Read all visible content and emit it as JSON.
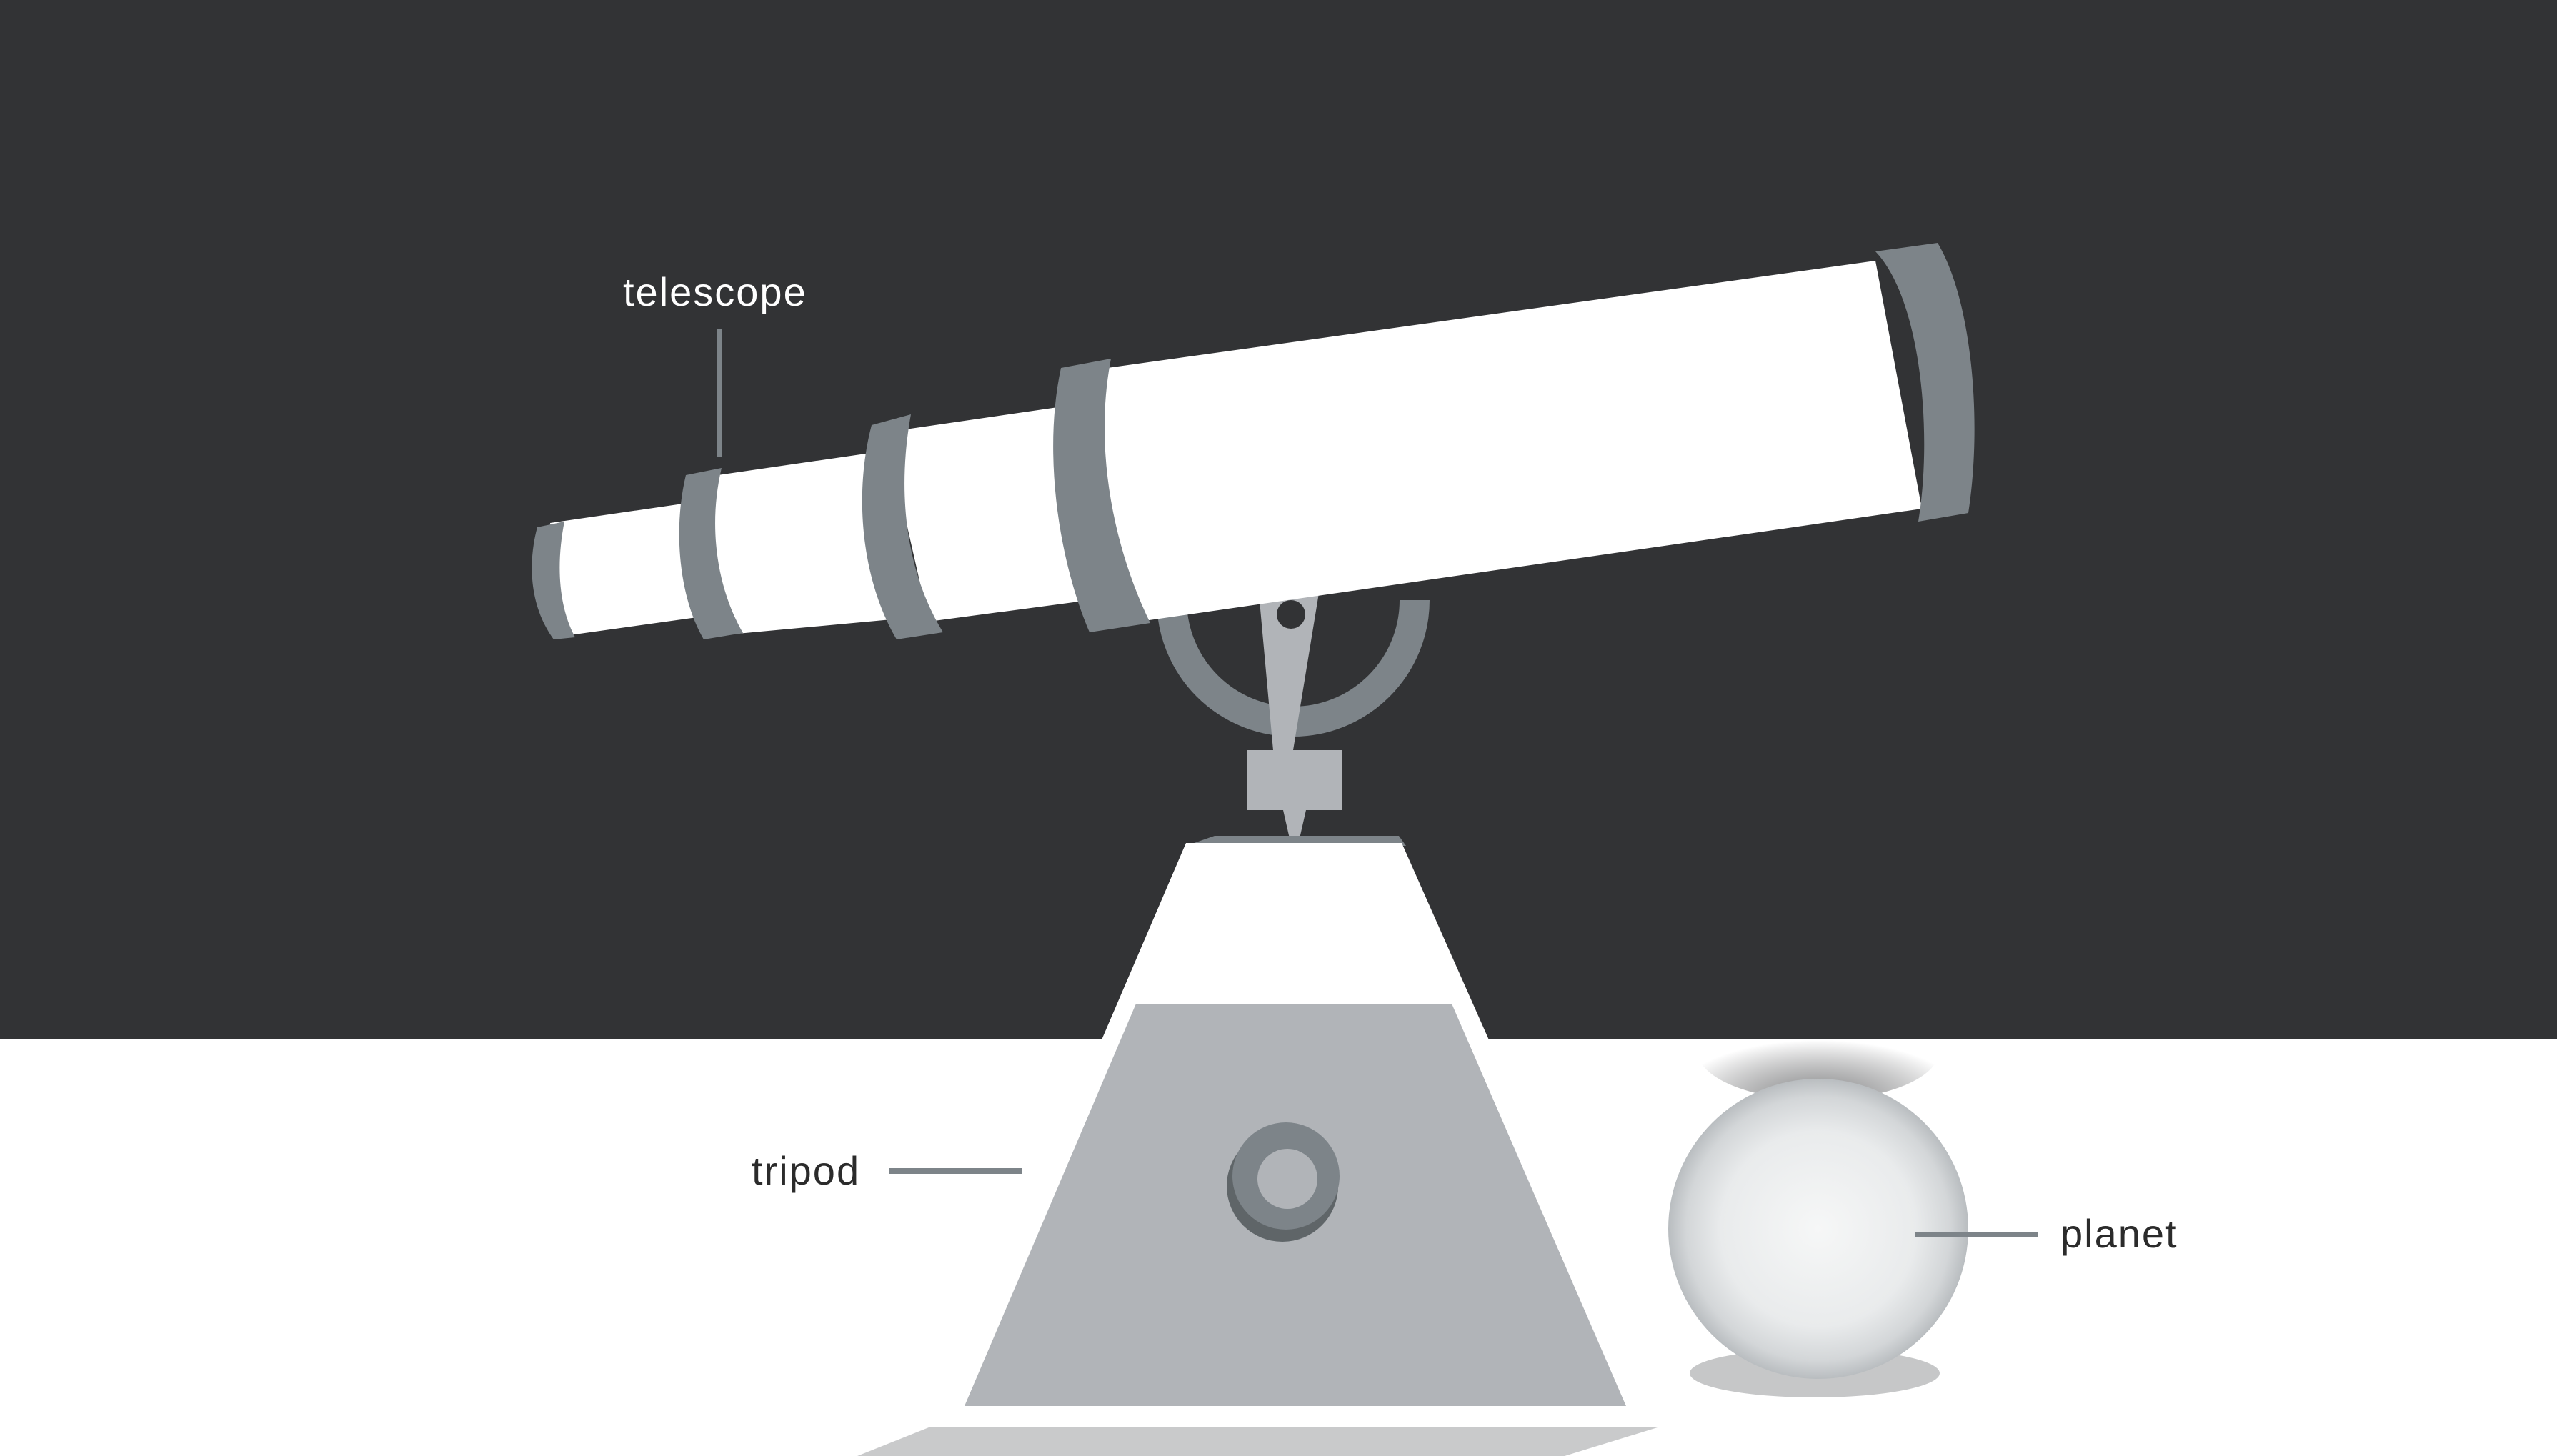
{
  "labels": {
    "telescope": "telescope",
    "tripod": "tripod",
    "planet": "planet"
  },
  "colors": {
    "sky": "#323335",
    "ground": "#ffffff",
    "tube": "#ffffff",
    "ring": "#7d8489",
    "mount": "#b1b4b8",
    "tripod_body": "#b1b4b8",
    "planet": "#eceeef",
    "leader_line": "#7d8489",
    "label_light": "#ffffff",
    "label_dark": "#2b2b2b"
  }
}
